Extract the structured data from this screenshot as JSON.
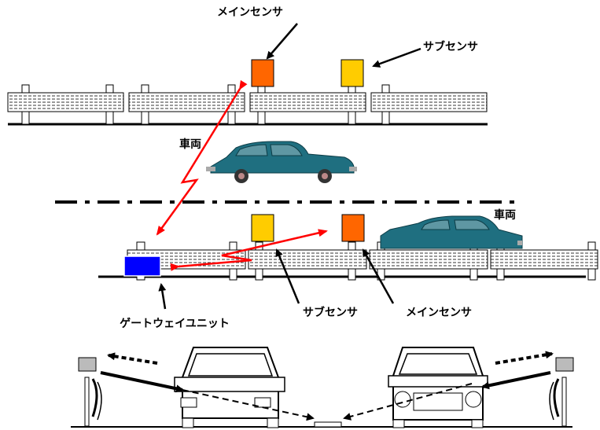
{
  "labels": {
    "main_sensor_top": "メインセンサ",
    "sub_sensor_top": "サブセンサ",
    "vehicle_top": "車両",
    "vehicle_right": "車両",
    "sub_sensor_bottom": "サブセンサ",
    "main_sensor_bottom": "メインセンサ",
    "gateway_unit": "ゲートウェイユニット"
  },
  "colors": {
    "main_sensor": "#ff6600",
    "sub_sensor": "#ffcc00",
    "gateway": "#0000ff",
    "car": "#1f6f80",
    "signal": "#ff0000"
  }
}
